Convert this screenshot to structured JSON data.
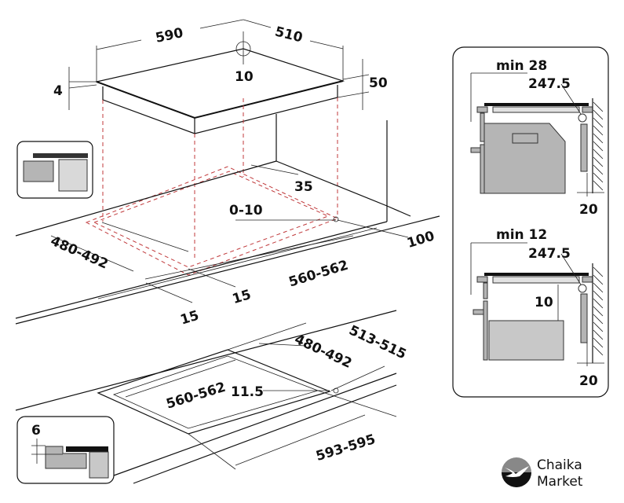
{
  "top_view": {
    "width": "590",
    "depth": "510",
    "corner_radius": "10",
    "glass_thickness": "4",
    "height": "50",
    "front_margin": "35",
    "corner_tolerance": "0-10",
    "cutout_depth": "480-492",
    "cutout_width": "560-562",
    "side_margin_a": "15",
    "side_margin_b": "15",
    "rear_margin": "100"
  },
  "flush_view": {
    "outer_depth": "513-515",
    "cutout_depth": "480-492",
    "cutout_width": "560-562",
    "corner_radius": "11.5",
    "outer_width": "593-595",
    "recess_depth": "6"
  },
  "side_panel": {
    "oven_case": {
      "min_label": "min 28",
      "radius": "247.5",
      "wall_gap": "20"
    },
    "drawer_case": {
      "min_label": "min 12",
      "radius": "247.5",
      "gap": "10",
      "wall_gap": "20"
    }
  },
  "logo": {
    "line1": "Chaika",
    "line2": "Market",
    "text": "Chaika Market"
  },
  "colors": {
    "dashed": "#c0393b",
    "panel_fill": "#b5b5b5",
    "light_fill": "#d9d9d9"
  }
}
